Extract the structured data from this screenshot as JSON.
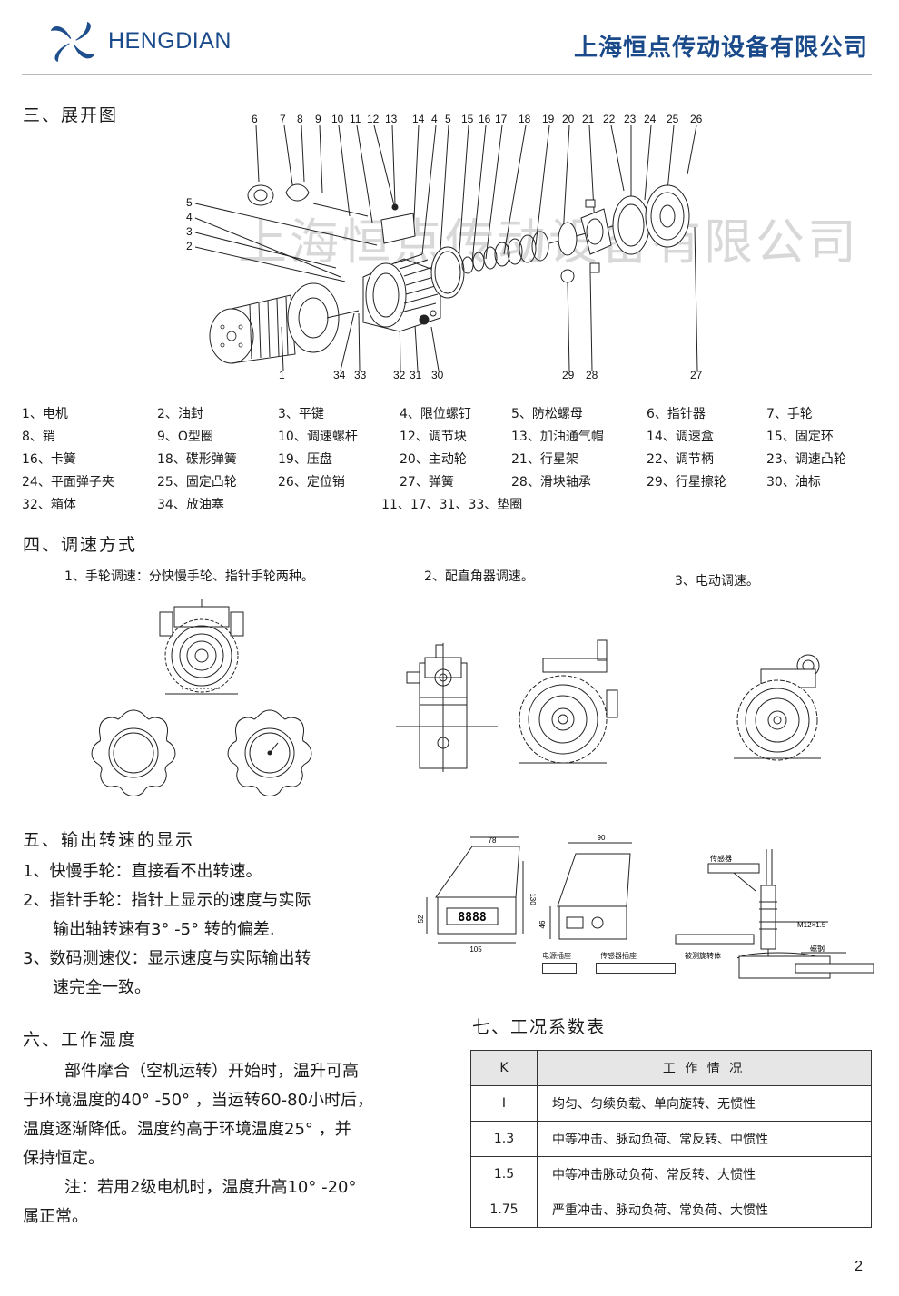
{
  "header": {
    "logo_text": "HENGDIAN",
    "company": "上海恒点传动设备有限公司"
  },
  "watermark": "上海恒点传动设备有限公司",
  "sec3": {
    "title": "三、展开图",
    "diagram_labels": [
      "6",
      "7",
      "8",
      "9",
      "10",
      "11",
      "12",
      "13",
      "14",
      "4",
      "5",
      "15",
      "16",
      "17",
      "18",
      "19",
      "20",
      "21",
      "22",
      "23",
      "24",
      "25",
      "26",
      "5",
      "4",
      "3",
      "2",
      "1",
      "34",
      "33",
      "32",
      "31",
      "30",
      "29",
      "28",
      "27"
    ],
    "parts": [
      "1、电机",
      "2、油封",
      "3、平键",
      "4、限位螺钉",
      "5、防松螺母",
      "6、指针器",
      "7、手轮",
      "8、销",
      "9、O型圈",
      "10、调速螺杆",
      "12、调节块",
      "13、加油通气帽",
      "14、调速盒",
      "15、固定环",
      "16、卡簧",
      "18、碟形弹簧",
      "19、压盘",
      "20、主动轮",
      "21、行星架",
      "22、调节柄",
      "23、调速凸轮",
      "24、平面弹子夹",
      "25、固定凸轮",
      "26、定位销",
      "27、弹簧",
      "28、滑块轴承",
      "29、行星擦轮",
      "30、油标",
      "32、箱体",
      "34、放油塞",
      "11、17、31、33、垫圈"
    ]
  },
  "sec4": {
    "title": "四、调速方式",
    "items": [
      "1、手轮调速：分快慢手轮、指针手轮两种。",
      "2、配直角器调速。",
      "3、电动调速。"
    ]
  },
  "sec5": {
    "title": "五、输出转速的显示",
    "lines": [
      "1、快慢手轮：直接看不出转速。",
      "2、指针手轮：指针上显示的速度与实际",
      "输出轴转速有3° -5° 转的偏差.",
      "3、数码测速仪：显示速度与实际输出转",
      "速完全一致。"
    ],
    "dims": {
      "d78": "78",
      "d52": "52",
      "d105": "105",
      "d130": "130",
      "d90": "90",
      "d46": "46"
    },
    "display": "8888",
    "labels": {
      "power": "电源插座",
      "sensor_socket": "传感器插座",
      "sensor": "传感器",
      "measured": "被测旋转体",
      "thread": "M12×1.5",
      "magnet": "磁钢"
    }
  },
  "sec6": {
    "title": "六、工作湿度",
    "lines": [
      "部件摩合（空机运转）开始时，温升可高",
      "于环境温度的40° -50° ，当运转60-80小时后，",
      "温度逐渐降低。温度约高于环境温度25° ，并",
      "保持恒定。",
      "注：若用2级电机时，温度升高10° -20°",
      "属正常。"
    ]
  },
  "sec7": {
    "title": "七、工况系数表",
    "header": {
      "k": "K",
      "d": "工 作 情 况"
    },
    "rows": [
      {
        "k": "I",
        "d": "均匀、匀续负载、单向旋转、无惯性"
      },
      {
        "k": "1.3",
        "d": "中等冲击、脉动负荷、常反转、中惯性"
      },
      {
        "k": "1.5",
        "d": "中等冲击脉动负荷、常反转、大惯性"
      },
      {
        "k": "1.75",
        "d": "严重冲击、脉动负荷、常负荷、大惯性"
      }
    ]
  },
  "page_number": "2"
}
